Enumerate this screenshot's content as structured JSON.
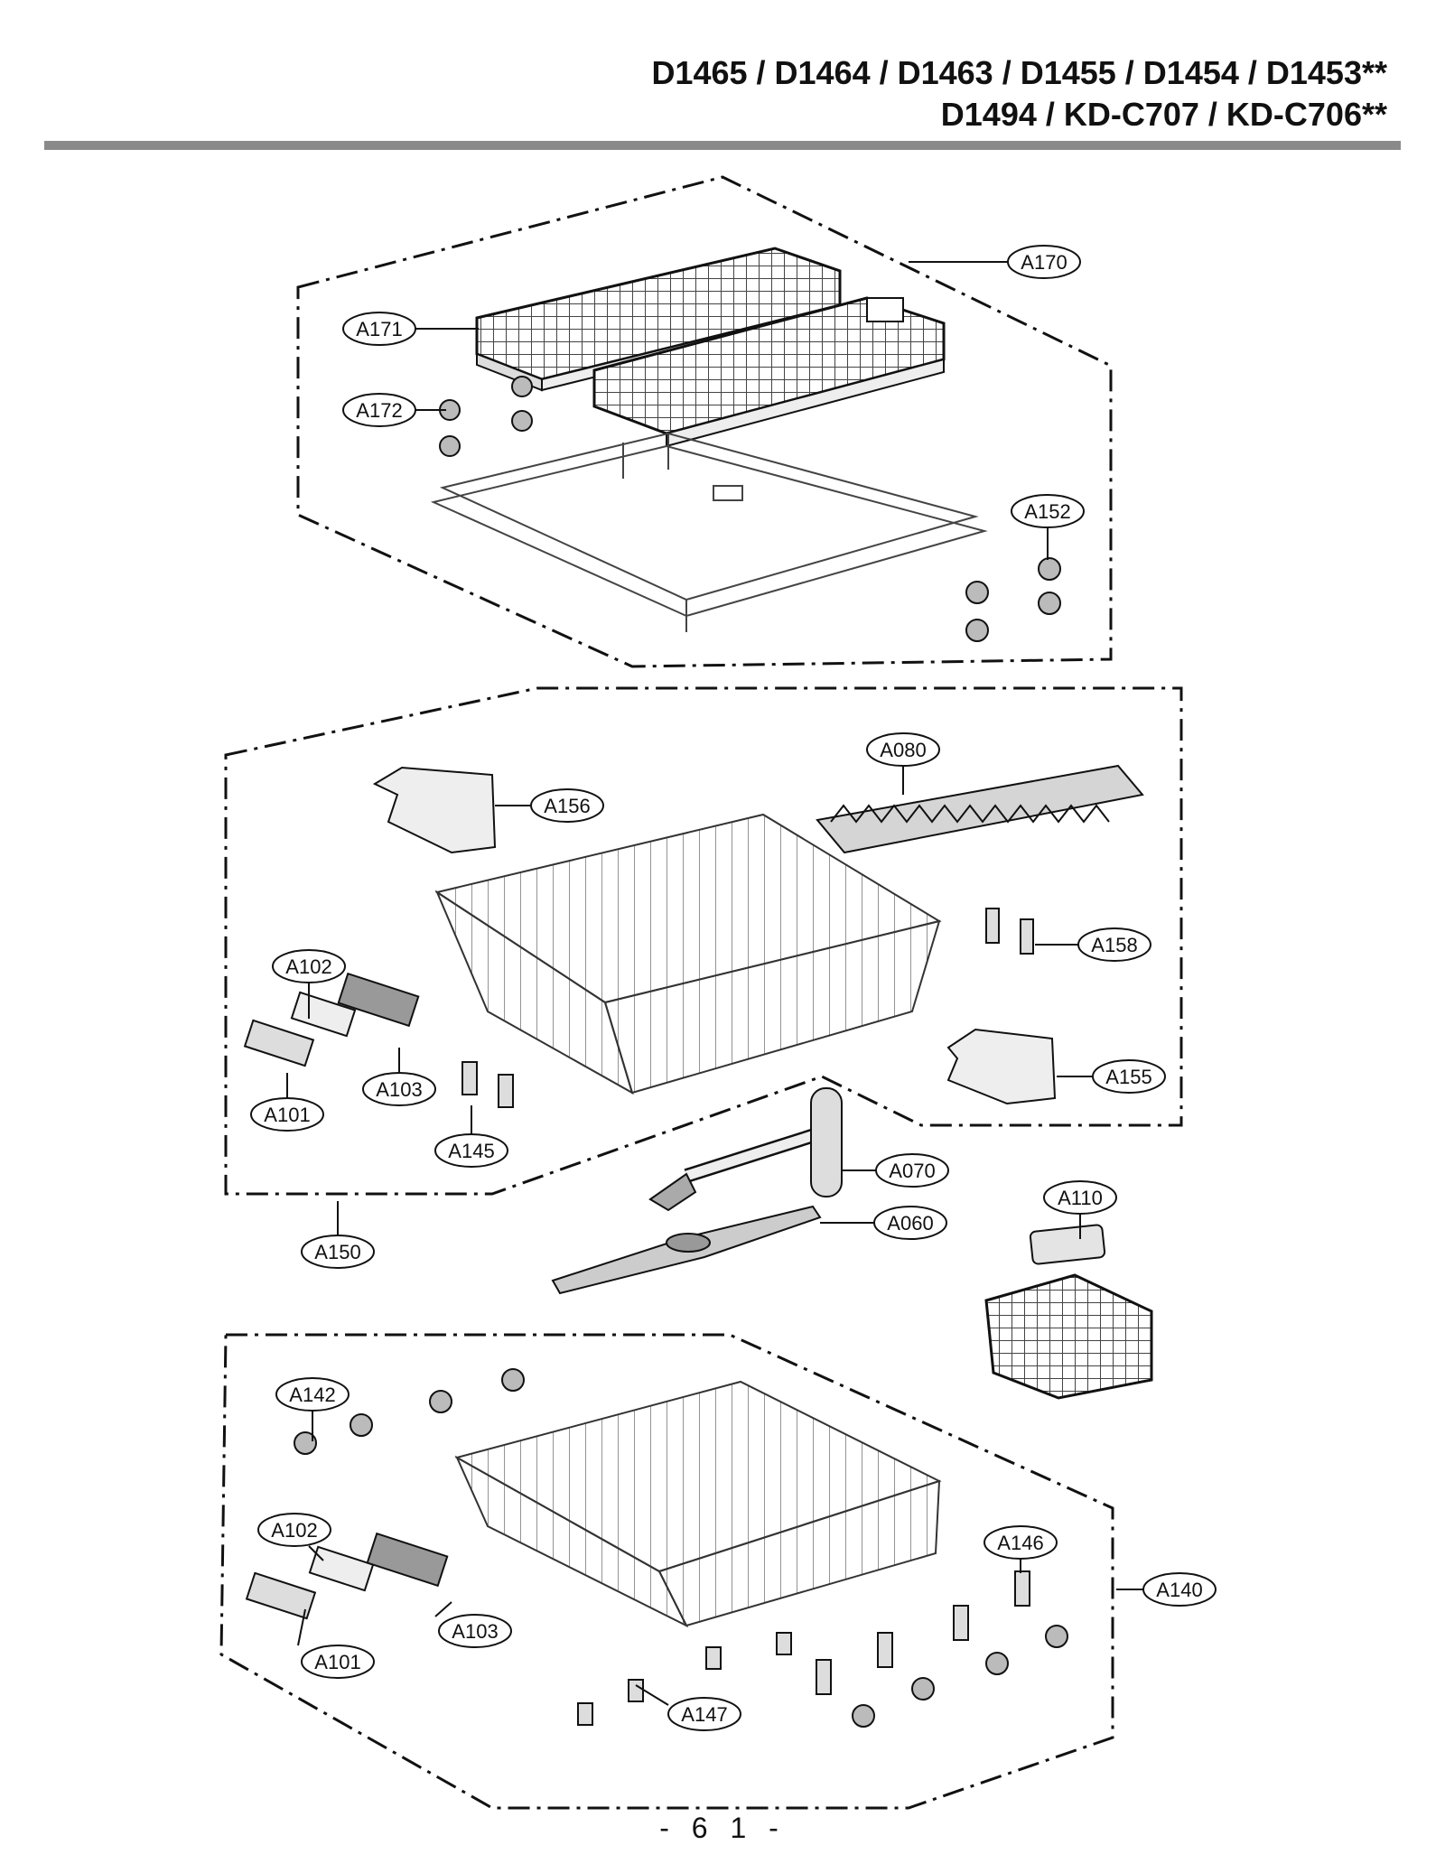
{
  "header": {
    "line1": "D1465 / D1464 / D1463 / D1455 / D1454 / D1453**",
    "line2": "D1494 / KD-C707 / KD-C706**"
  },
  "callouts": {
    "A170": "A170",
    "A171": "A171",
    "A172": "A172",
    "A152": "A152",
    "A080": "A080",
    "A156": "A156",
    "A158": "A158",
    "A102a": "A102",
    "A103a": "A103",
    "A101a": "A101",
    "A145": "A145",
    "A155": "A155",
    "A070": "A070",
    "A060": "A060",
    "A150": "A150",
    "A110": "A110",
    "A142": "A142",
    "A102b": "A102",
    "A103b": "A103",
    "A101b": "A101",
    "A146": "A146",
    "A140": "A140",
    "A147": "A147"
  },
  "page_number": "- 6 1 -"
}
